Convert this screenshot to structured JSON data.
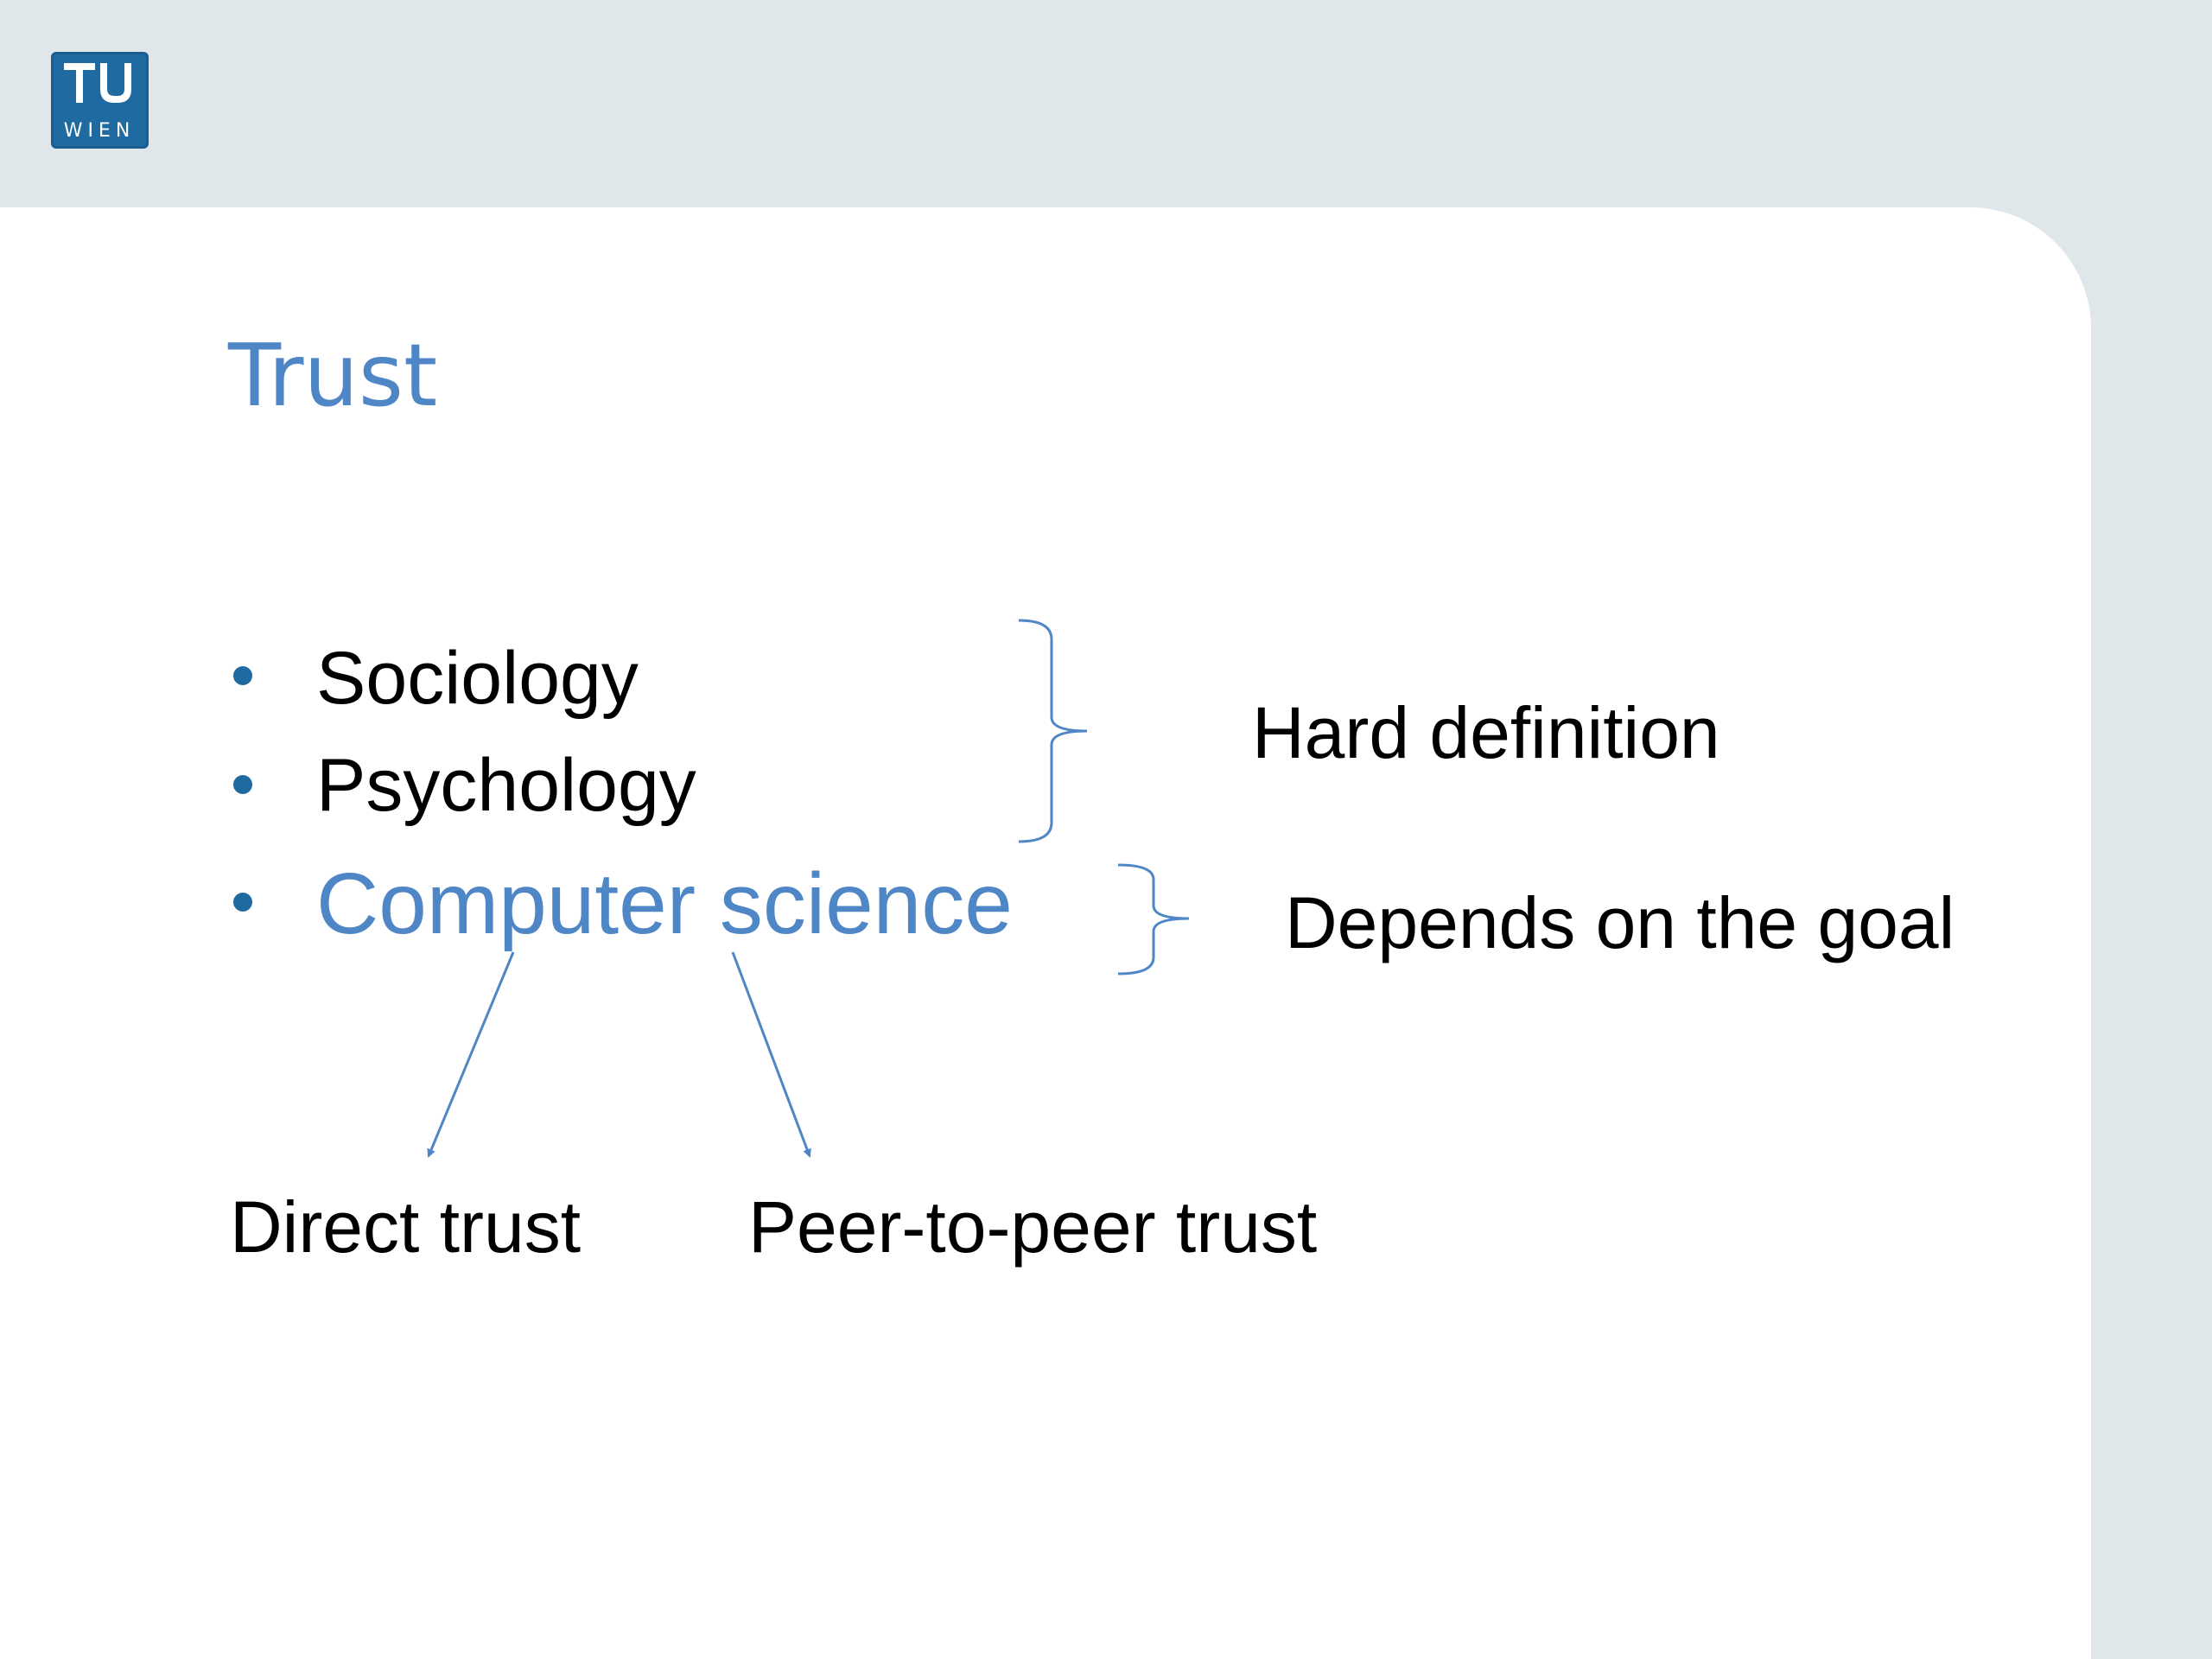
{
  "brand": {
    "logo_top": "TU",
    "logo_bottom": "WIEN",
    "color": "#1f6aa0"
  },
  "slide": {
    "title": "Trust",
    "accent_color": "#4f86c6",
    "bullets": [
      {
        "text": "Sociology"
      },
      {
        "text": "Psychology"
      },
      {
        "text": "Computer science"
      }
    ],
    "brace_labels": {
      "hard_definition": "Hard definition",
      "depends_on_goal": "Depends on the goal"
    },
    "branches": {
      "direct": "Direct trust",
      "peer": "Peer-to-peer trust"
    }
  }
}
